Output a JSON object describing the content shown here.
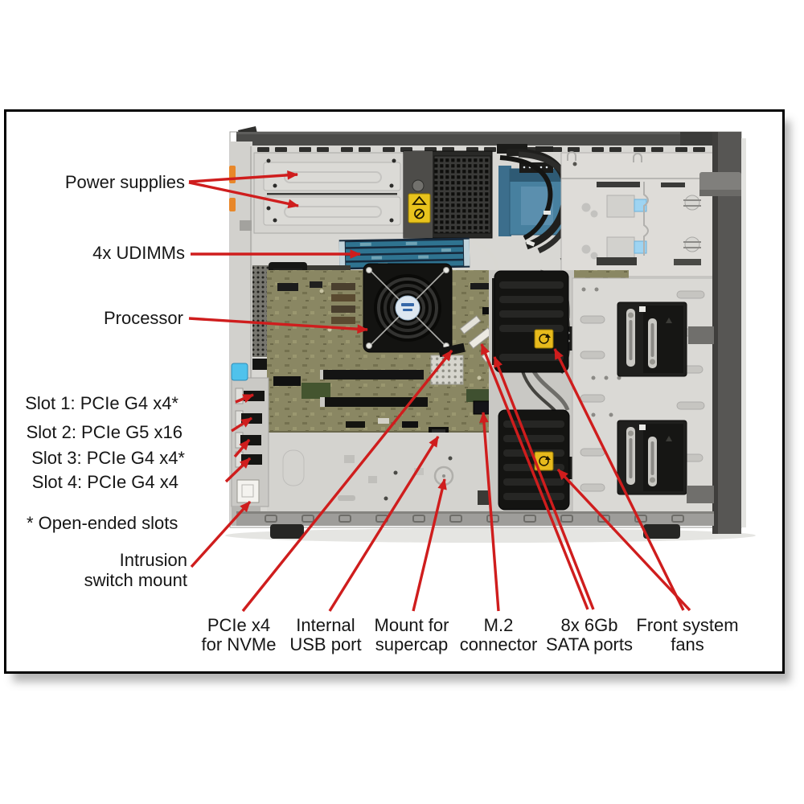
{
  "figure": {
    "type": "annotated-hardware-diagram",
    "subject": "tower server internal side view",
    "arrow_color": "#cf1d1d",
    "border_color": "#000000",
    "background_color": "#ffffff",
    "text_color": "#161616",
    "accent_colors": {
      "dimm_blue": "#2f7390",
      "warning_yellow": "#e7ba1c",
      "clip_orange": "#e8872a"
    }
  },
  "callouts": {
    "power_supplies": {
      "text": "Power supplies"
    },
    "udimms": {
      "text": "4x UDIMMs"
    },
    "processor": {
      "text": "Processor"
    },
    "slot1": {
      "text": "Slot 1: PCIe G4 x4*"
    },
    "slot2": {
      "text": "Slot 2: PCIe G5 x16"
    },
    "slot3": {
      "text": "Slot 3: PCIe G4 x4*"
    },
    "slot4": {
      "text": "Slot 4: PCIe G4 x4"
    },
    "open_ended_note": {
      "text": "* Open-ended slots"
    },
    "intrusion": {
      "line1": "Intrusion",
      "line2": "switch mount"
    },
    "pcie_nvme": {
      "line1": "PCIe x4",
      "line2": "for NVMe"
    },
    "internal_usb": {
      "line1": "Internal",
      "line2": "USB port"
    },
    "supercap": {
      "line1": "Mount for",
      "line2": "supercap"
    },
    "m2": {
      "line1": "M.2",
      "line2": "connector"
    },
    "sata": {
      "line1": "8x 6Gb",
      "line2": "SATA ports"
    },
    "front_fans": {
      "line1": "Front system",
      "line2": "fans"
    }
  }
}
